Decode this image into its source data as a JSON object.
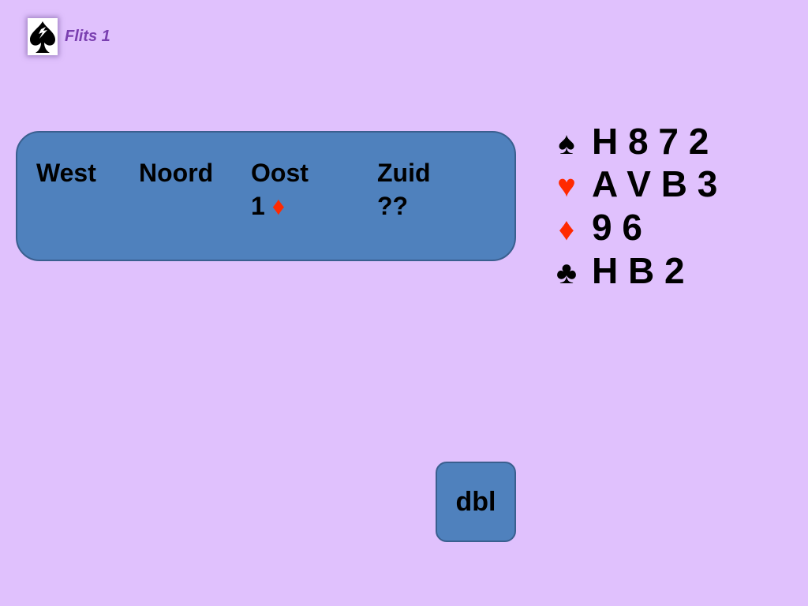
{
  "header": {
    "logo_icon": "spade-icon",
    "title": "Flits 1",
    "title_color": "#7a3fb0"
  },
  "bidding": {
    "columns": [
      {
        "player": "West",
        "bid": ""
      },
      {
        "player": "Noord",
        "bid": ""
      },
      {
        "player": "Oost",
        "bid_level": "1",
        "bid_suit": "♦"
      },
      {
        "player": "Zuid",
        "bid": "??"
      }
    ]
  },
  "hand": [
    {
      "suit": "♠",
      "suit_color": "#000000",
      "cards": "H 8 7 2"
    },
    {
      "suit": "♥",
      "suit_color": "#ff2a00",
      "cards": "A V B 3"
    },
    {
      "suit": "♦",
      "suit_color": "#ff2a00",
      "cards": "9 6"
    },
    {
      "suit": "♣",
      "suit_color": "#000000",
      "cards": "H B 2"
    }
  ],
  "action": {
    "label": "dbl"
  },
  "colors": {
    "background": "#e0c1fd",
    "panel": "#4f81bd",
    "red_suit": "#ff2a00"
  }
}
